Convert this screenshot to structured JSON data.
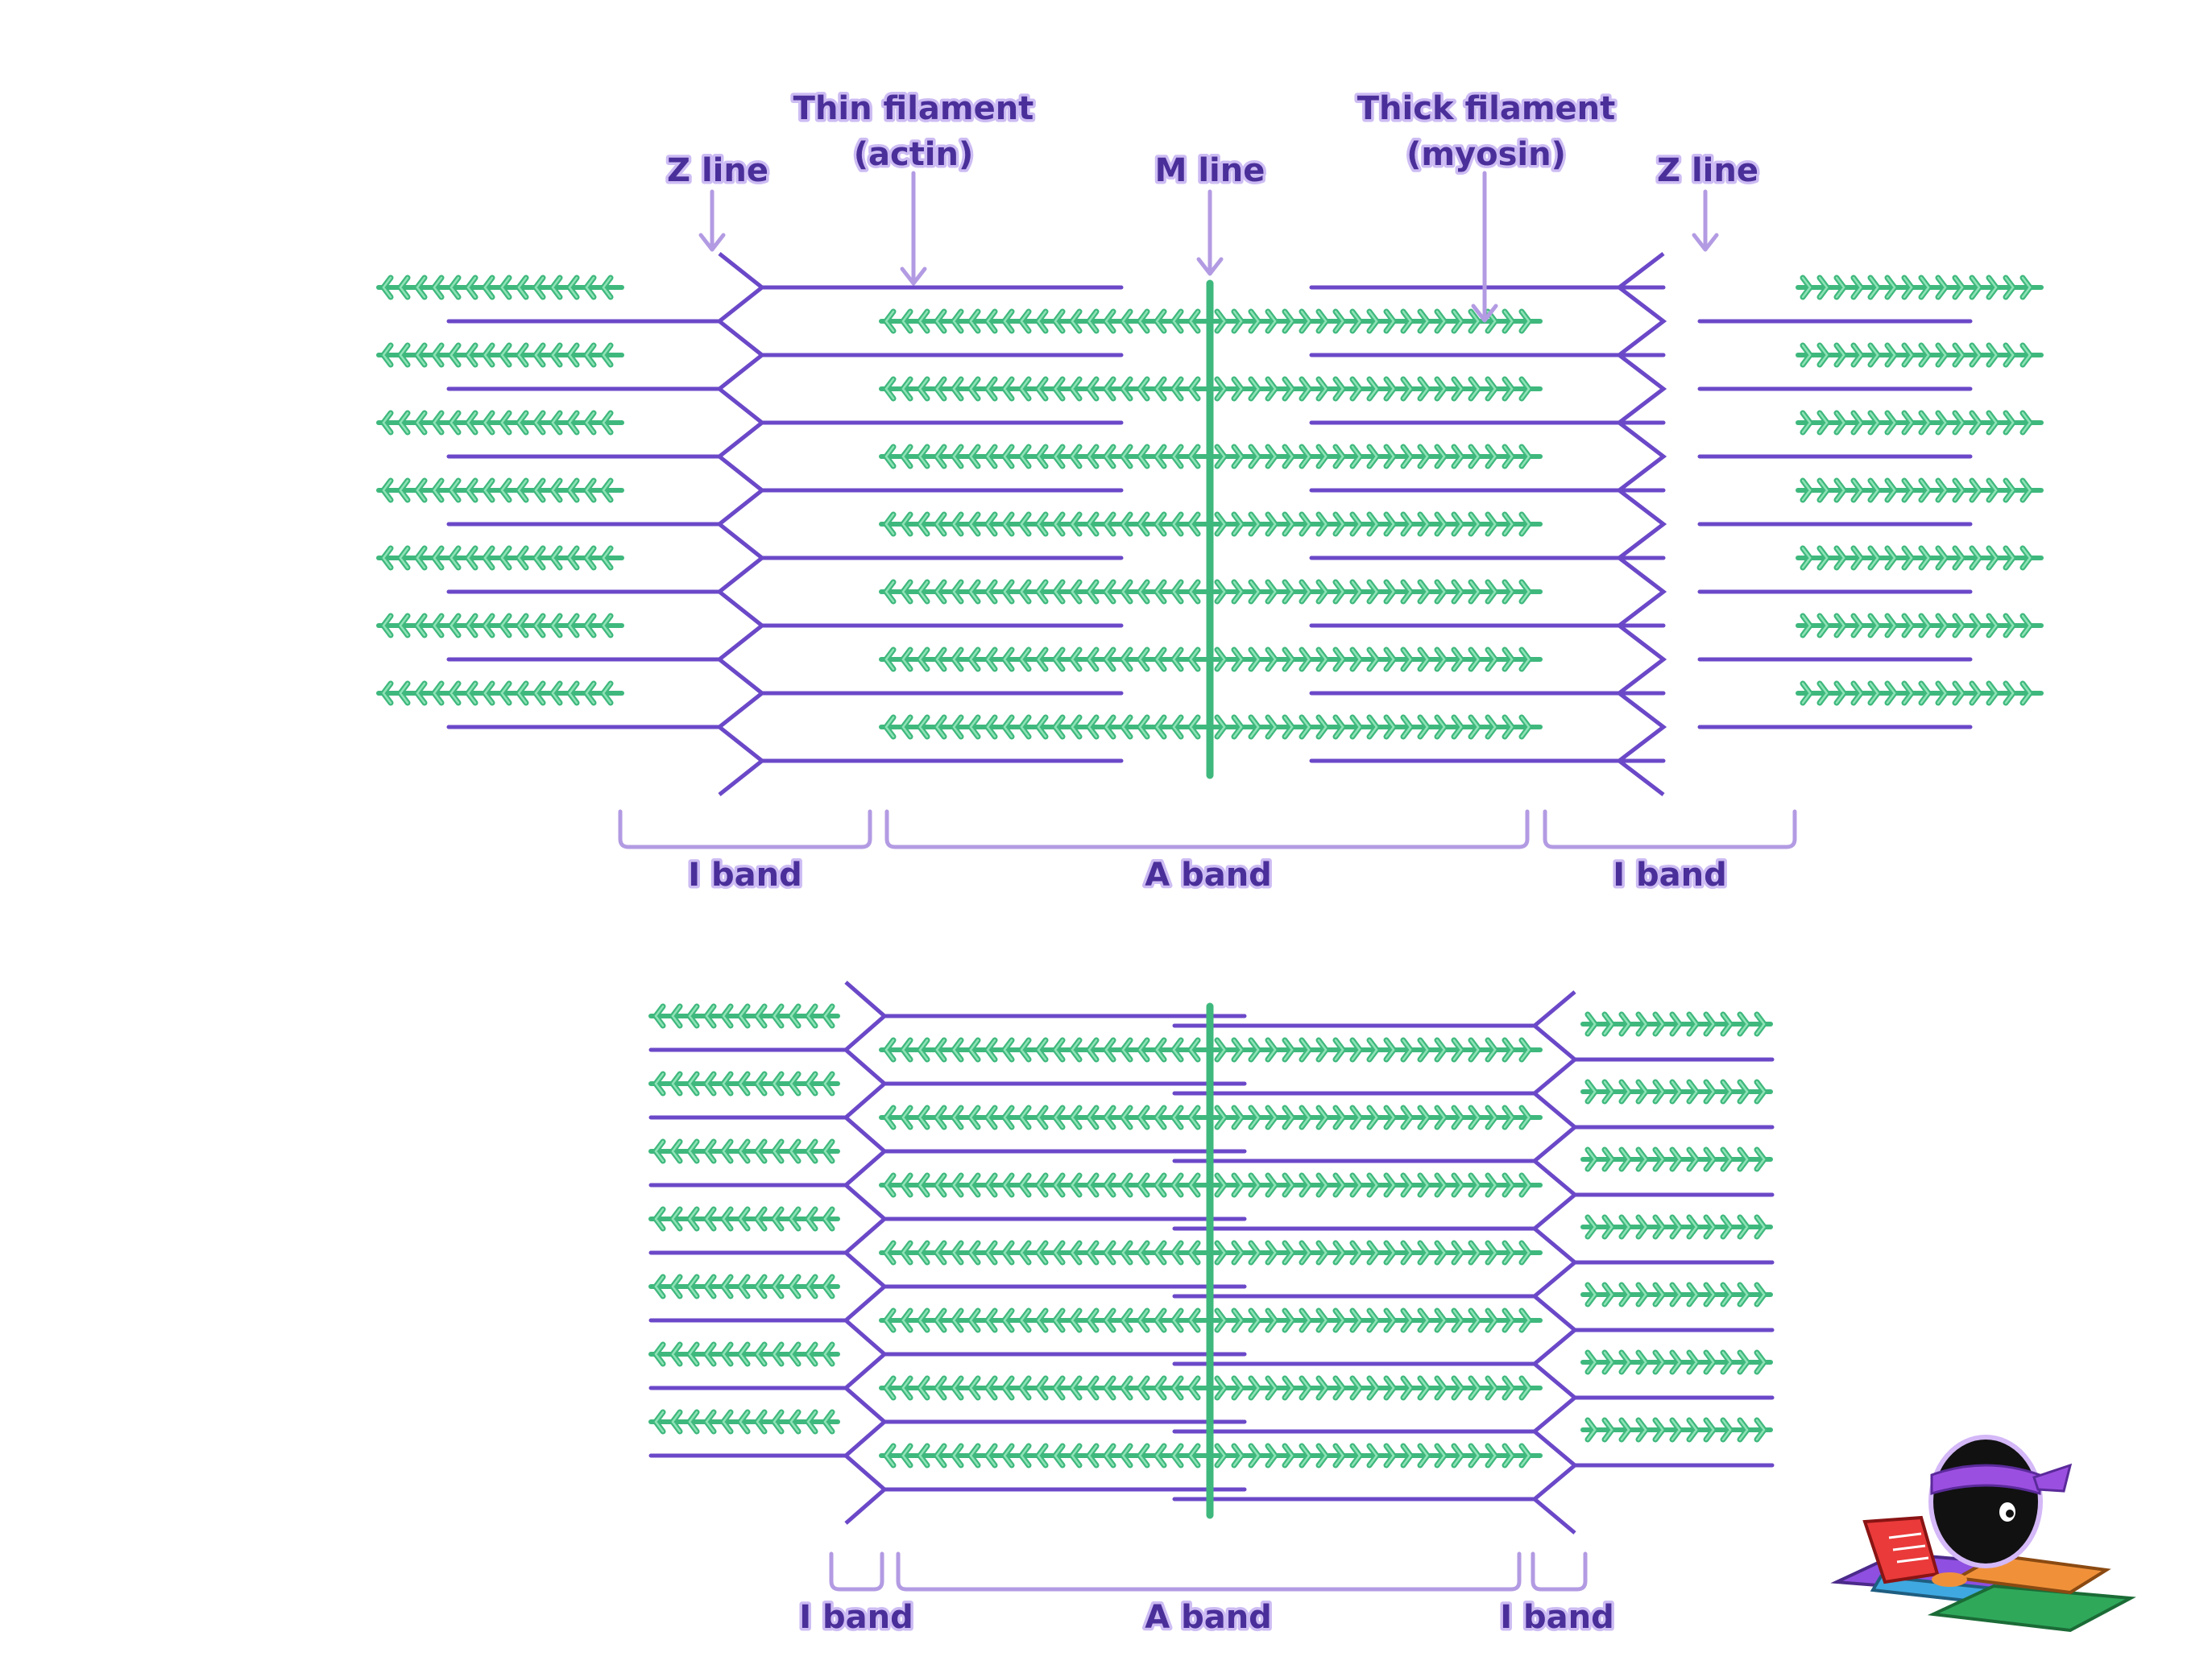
{
  "colors": {
    "thin": "#6b48c8",
    "thick": "#3fb87d",
    "thick_light": "#8ee3b6",
    "bracket": "#b39be3",
    "arrow": "#b39be3",
    "label_text": "#4a2f9a",
    "label_glow": "#cdbcf3"
  },
  "relaxed": {
    "labels": {
      "z_line_left": "Z line",
      "thin_line1": "Thin filament",
      "thin_line2": "(actin)",
      "m_line": "M line",
      "thick_line1": "Thick filament",
      "thick_line2": "(myosin)",
      "z_line_right": "Z line"
    },
    "bands": {
      "i_band_left": "I band",
      "a_band": "A band",
      "i_band_right": "I band"
    }
  },
  "contracted": {
    "bands": {
      "i_band_left": "I band",
      "a_band": "A band",
      "i_band_right": "I band"
    }
  },
  "mascot": {
    "icon": "penguin-reading-book-icon",
    "colors": {
      "head": "#111111",
      "bandana": "#9b4fe0",
      "book": "#ea3a3a",
      "book_purple": "#8f4fe0",
      "book_blue": "#3fa8e0",
      "book_orange": "#f0913a",
      "book_green": "#2fa85a"
    }
  }
}
